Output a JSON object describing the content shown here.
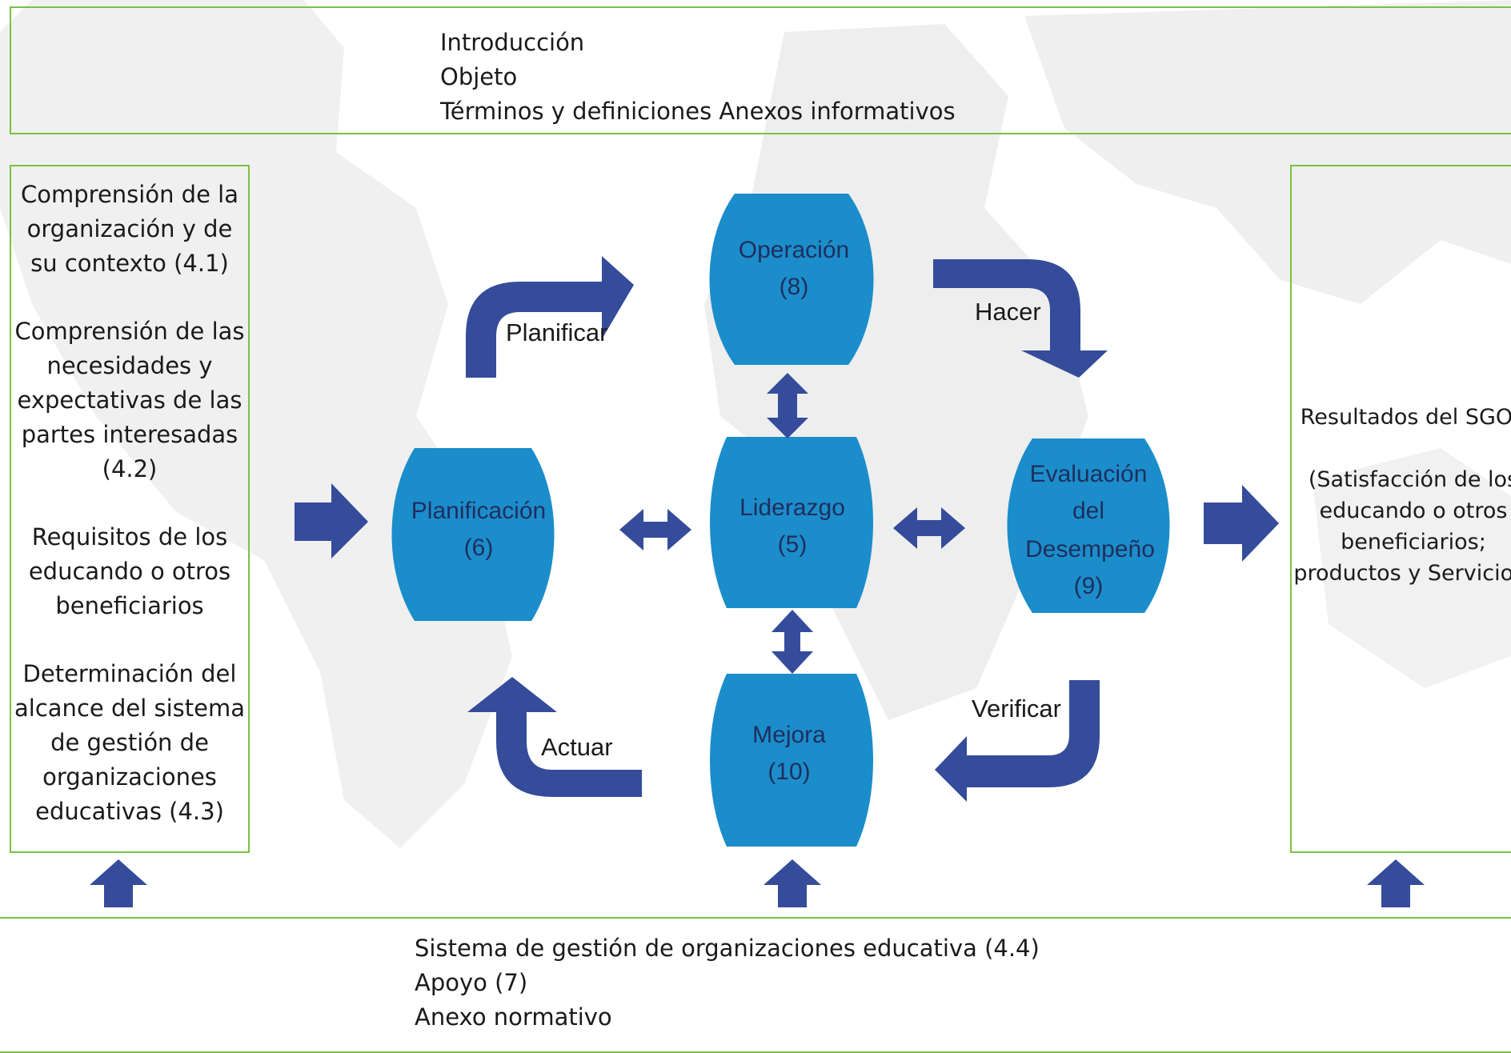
{
  "header_box": {
    "lines": [
      "Introducción",
      "Objeto",
      "Términos y definiciones Anexos informativos"
    ]
  },
  "inputs_box": {
    "paragraphs": [
      "Comprensión de la organización y de su contexto (4.1)",
      "Comprensión de las necesidades y expectativas de las partes interesadas (4.2)",
      "Requisitos de los educando o otros beneficiarios",
      "Determinación del alcance del sistema de gestión de organizaciones educativas (4.3)"
    ]
  },
  "results_box": {
    "title": "Resultados del SGOE",
    "detail": "(Satisfacción de los educando o otros beneficiarios; productos y Servicios)"
  },
  "nodes": {
    "operacion": {
      "name": "Operación",
      "number": "(8)"
    },
    "planificacion": {
      "name": "Planificación",
      "number": "(6)"
    },
    "liderazgo": {
      "name": "Liderazgo",
      "number": "(5)"
    },
    "evaluacion": {
      "name1": "Evaluación",
      "name2": "del",
      "name3": "Desempeño",
      "number": "(9)"
    },
    "mejora": {
      "name": "Mejora",
      "number": "(10)"
    }
  },
  "cycle_labels": {
    "plan": "Planificar",
    "do": "Hacer",
    "check": "Verificar",
    "act": "Actuar"
  },
  "footer_box": {
    "lines": [
      "Sistema de gestión de organizaciones educativa (4.4)",
      "Apoyo (7)",
      "Anexo  normativo"
    ]
  },
  "colors": {
    "node_fill": "#1b8dcb",
    "arrow_fill": "#354c9b",
    "box_border": "#7ac142",
    "map_bg": "#efefef"
  }
}
